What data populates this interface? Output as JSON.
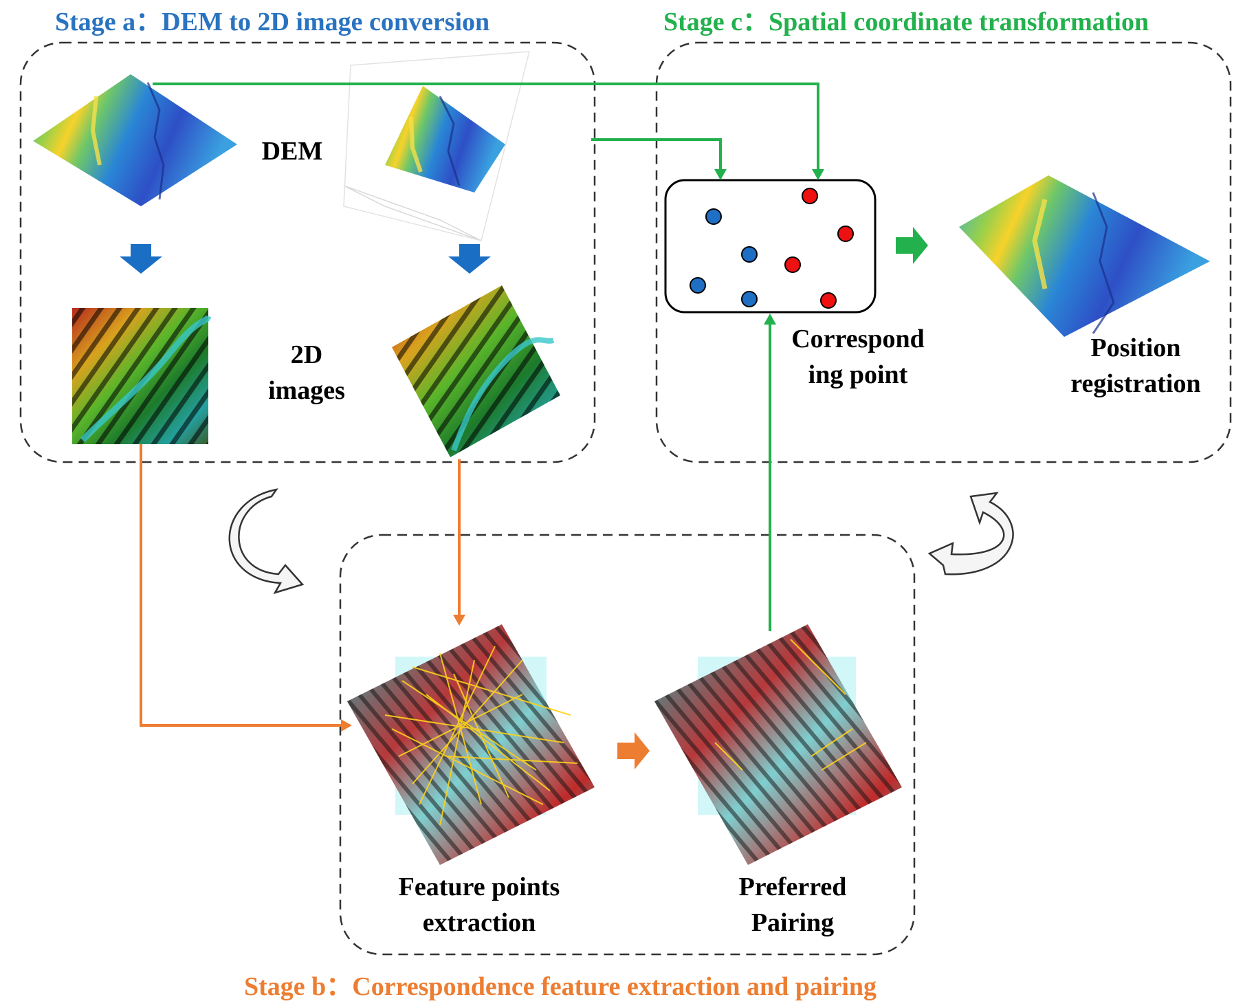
{
  "stages": {
    "a": {
      "title": "Stage a：DEM to 2D image conversion",
      "color": "#2a73c0"
    },
    "b": {
      "title": "Stage b：Correspondence feature extraction and pairing",
      "color": "#ed7d31"
    },
    "c": {
      "title": "Stage c：Spatial coordinate transformation",
      "color": "#22b14c"
    }
  },
  "labels": {
    "dem": "DEM",
    "images_2d_line1": "2D",
    "images_2d_line2": "images",
    "corresponding_line1": "Correspond",
    "corresponding_line2": "ing point",
    "position_line1": "Position",
    "position_line2": "registration",
    "feature_line1": "Feature points",
    "feature_line2": "extraction",
    "preferred_line1": "Preferred",
    "preferred_line2": "Pairing"
  },
  "colors": {
    "arrow_blue": "#1a6fc4",
    "arrow_green": "#22b14c",
    "arrow_orange": "#ed7d31",
    "point_blue": "#1f6fc5",
    "point_red": "#ee1111",
    "dashed_border": "#333333"
  },
  "corresponding_points": {
    "blue_count": 4,
    "red_count": 4
  }
}
